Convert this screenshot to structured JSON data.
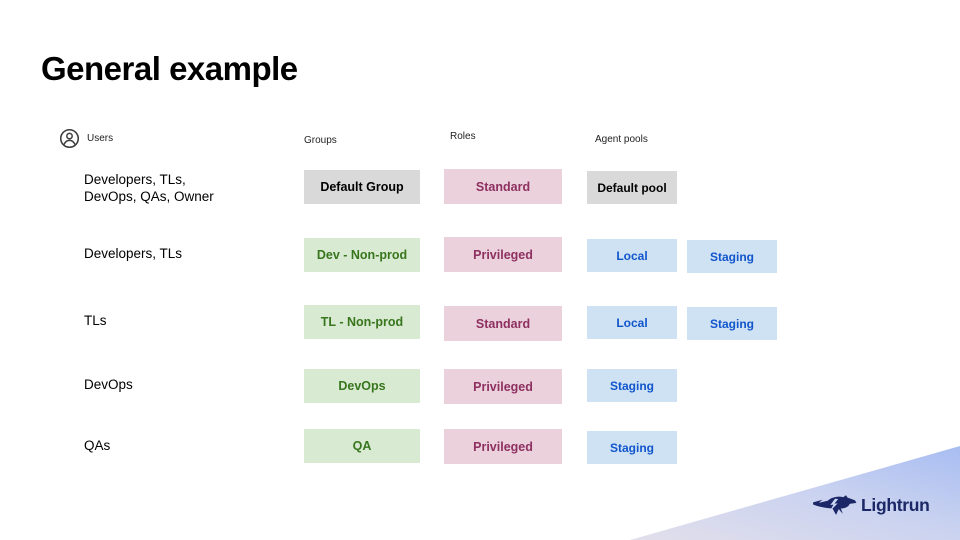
{
  "title": "General example",
  "columns": {
    "users": {
      "label": "Users",
      "icon": "user-circle-icon"
    },
    "groups": {
      "label": "Groups"
    },
    "roles": {
      "label": "Roles"
    },
    "agent_pools": {
      "label": "Agent pools"
    }
  },
  "rows": [
    {
      "users_line1": "Developers, TLs,",
      "users_line2": "DevOps, QAs, Owner",
      "group": {
        "label": "Default Group",
        "variant": "gray"
      },
      "role": {
        "label": "Standard",
        "variant": "pink"
      },
      "pools": [
        {
          "label": "Default pool",
          "variant": "gray"
        }
      ]
    },
    {
      "users_line1": "Developers, TLs",
      "group": {
        "label": "Dev - Non-prod",
        "variant": "green"
      },
      "role": {
        "label": "Privileged",
        "variant": "pink"
      },
      "pools": [
        {
          "label": "Local",
          "variant": "blue"
        },
        {
          "label": "Staging",
          "variant": "blue"
        }
      ]
    },
    {
      "users_line1": "TLs",
      "group": {
        "label": "TL - Non-prod",
        "variant": "green"
      },
      "role": {
        "label": "Standard",
        "variant": "pink"
      },
      "pools": [
        {
          "label": "Local",
          "variant": "blue"
        },
        {
          "label": "Staging",
          "variant": "blue"
        }
      ]
    },
    {
      "users_line1": "DevOps",
      "group": {
        "label": "DevOps",
        "variant": "green"
      },
      "role": {
        "label": "Privileged",
        "variant": "pink"
      },
      "pools": [
        {
          "label": "Staging",
          "variant": "blue"
        }
      ]
    },
    {
      "users_line1": "QAs",
      "group": {
        "label": "QA",
        "variant": "green"
      },
      "role": {
        "label": "Privileged",
        "variant": "pink"
      },
      "pools": [
        {
          "label": "Staging",
          "variant": "blue"
        }
      ]
    }
  ],
  "footer": {
    "brand": "Lightrun",
    "icon": "cheetah-icon"
  },
  "colors": {
    "default_chip_bg": "#d9d9d9",
    "group_chip_bg": "#d9ead3",
    "group_chip_text": "#38761d",
    "role_chip_bg": "#ead1dc",
    "role_chip_text": "#8e3060",
    "pool_chip_bg": "#cfe2f3",
    "pool_chip_text": "#1155cc",
    "brand_navy": "#1b2766",
    "footer_gradient_start": "#e2dfeb",
    "footer_gradient_end": "#a8bdf2"
  }
}
